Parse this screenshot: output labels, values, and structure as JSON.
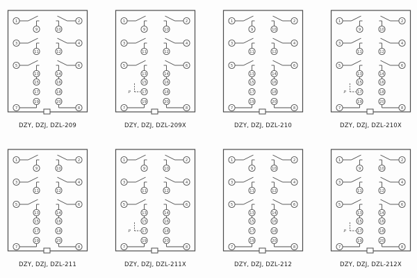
{
  "page": {
    "background": "#fdfdfd",
    "line_color": "#4a4a4a",
    "label_color": "#222222"
  },
  "p_label": "P",
  "terminals": {
    "outer_left": [
      "1",
      "3",
      "5",
      "7"
    ],
    "outer_right": [
      "2",
      "4",
      "6",
      "8"
    ],
    "mid_left": [
      "9",
      "11",
      "13",
      "15",
      "17",
      "19"
    ],
    "mid_right": [
      "10",
      "12",
      "14",
      "16",
      "18",
      "20"
    ]
  },
  "diagrams": [
    {
      "label": "DZY, DZJ, DZL-209",
      "p_marker": false
    },
    {
      "label": "DZY, DZJ, DZL-209X",
      "p_marker": true
    },
    {
      "label": "DZY, DZJ, DZL-210",
      "p_marker": false
    },
    {
      "label": "DZY, DZJ, DZL-210X",
      "p_marker": true
    },
    {
      "label": "DZY, DZJ, DZL-211",
      "p_marker": false
    },
    {
      "label": "DZY, DZJ, DZL-211X",
      "p_marker": true
    },
    {
      "label": "DZY, DZJ, DZL-212",
      "p_marker": false
    },
    {
      "label": "DZY, DZJ, DZL-212X",
      "p_marker": true
    }
  ]
}
